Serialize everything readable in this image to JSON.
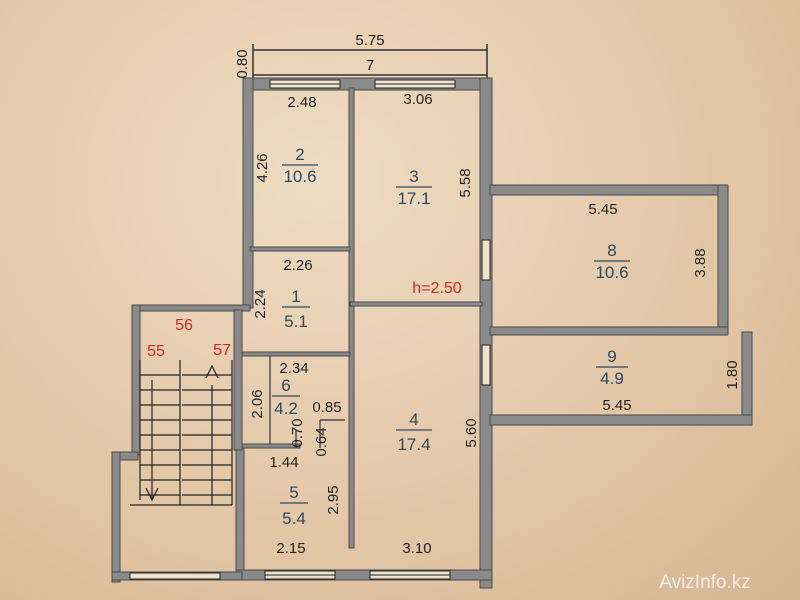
{
  "plan": {
    "dims": {
      "top_width": "5.75",
      "top_offset": "0.80",
      "top_inner": "7",
      "room2_width": "2.48",
      "room3_width": "3.06",
      "room2_height": "4.26",
      "room3_height": "5.58",
      "room8_width": "5.45",
      "room8_height": "3.88",
      "room1_width": "2.26",
      "room1_height": "2.24",
      "room6_width": "2.34",
      "room6_height": "2.06",
      "d085": "0.85",
      "d070": "0.70",
      "d064": "0.64",
      "d144": "1.44",
      "room4_height": "5.60",
      "room5_height": "2.95",
      "room5_width": "2.15",
      "room4_width": "3.10",
      "room9_width": "5.45",
      "room9_height": "1.80"
    },
    "rooms": [
      {
        "num": "2",
        "area": "10.6"
      },
      {
        "num": "3",
        "area": "17.1"
      },
      {
        "num": "8",
        "area": "10.6"
      },
      {
        "num": "1",
        "area": "5.1"
      },
      {
        "num": "9",
        "area": "4.9"
      },
      {
        "num": "6",
        "area": "4.2"
      },
      {
        "num": "4",
        "area": "17.4"
      },
      {
        "num": "5",
        "area": "5.4"
      }
    ],
    "ceiling": "h=2.50",
    "markers": [
      "56",
      "55",
      "57"
    ]
  },
  "watermark": "AvizInfo.kz"
}
